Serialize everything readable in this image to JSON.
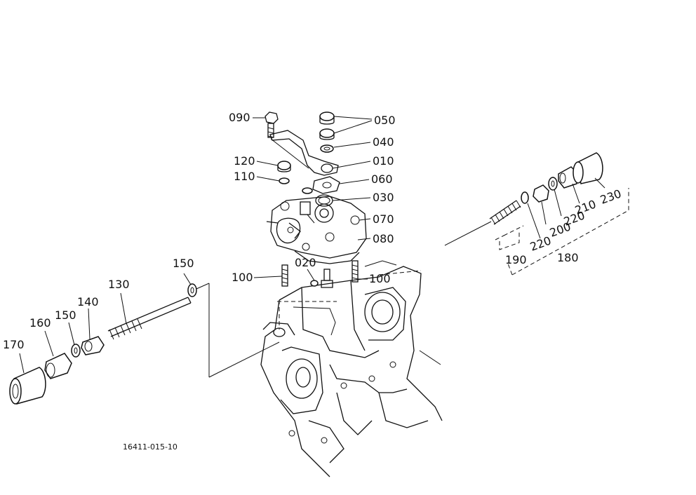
{
  "diagram_code": "16411-015-10",
  "labels": {
    "p090": "090",
    "p050": "050",
    "p040": "040",
    "p010": "010",
    "p120": "120",
    "p110": "110",
    "p060": "060",
    "p030": "030",
    "p070": "070",
    "p080": "080",
    "p100_left": "100",
    "p020": "020",
    "p100_right": "100",
    "p150_top": "150",
    "p130": "130",
    "p140": "140",
    "p150_mid": "150",
    "p160": "160",
    "p170": "170",
    "p230": "230",
    "p210": "210",
    "p220_right": "220",
    "p200": "200",
    "p220_left": "220",
    "p190": "190",
    "p180": "180"
  }
}
